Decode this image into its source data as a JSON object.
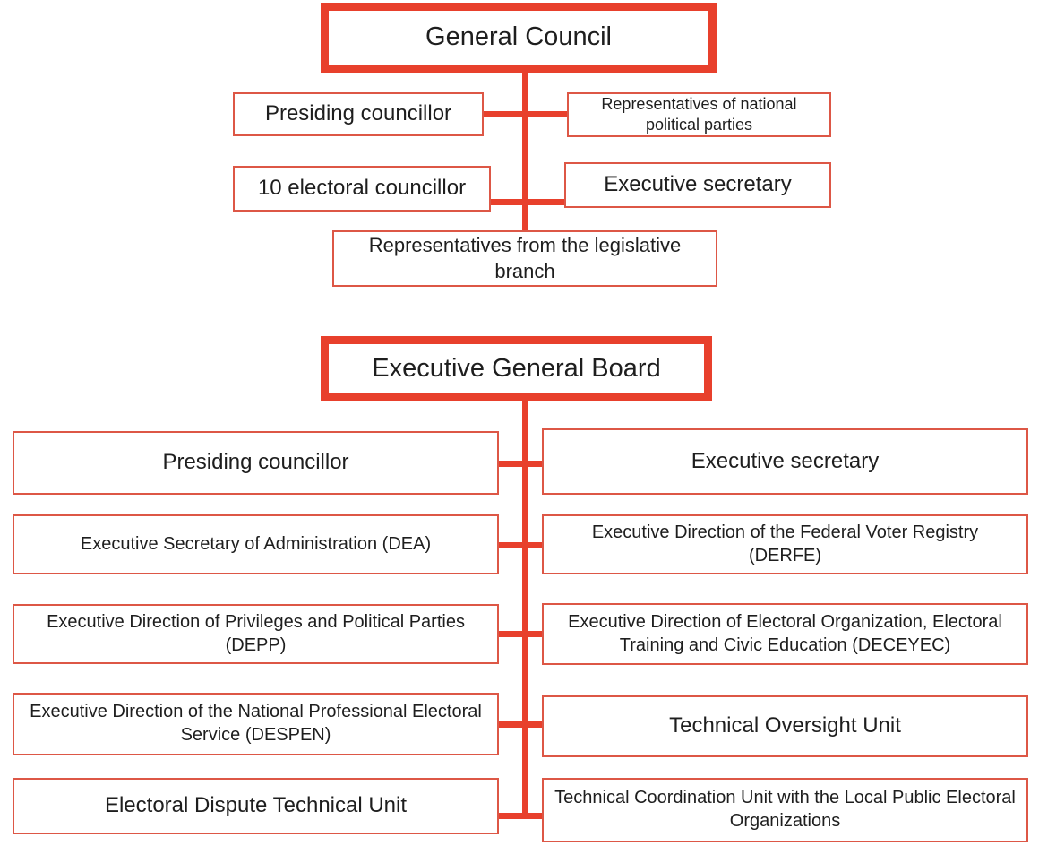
{
  "colors": {
    "thick_red": "#e8402c",
    "thin_red": "#dd5746",
    "text": "#1e1e1e",
    "background": "#ffffff"
  },
  "council": {
    "title": "General Council",
    "row1_left": "Presiding councillor",
    "row1_right": "Representatives of national political parties",
    "row2_left": "10 electoral councillor",
    "row2_right": "Executive secretary",
    "bottom": "Representatives from the legislative branch"
  },
  "board": {
    "title": "Executive General Board",
    "left": [
      "Presiding councillor",
      "Executive Secretary of Administration (DEA)",
      "Executive Direction of Privileges and Political Parties (DEPP)",
      "Executive Direction of the National Professional Electoral Service (DESPEN)",
      "Electoral Dispute Technical Unit"
    ],
    "right": [
      "Executive secretary",
      "Executive Direction of the Federal Voter Registry (DERFE)",
      "Executive Direction of Electoral Organization, Electoral Training and Civic Education (DECEYEC)",
      "Technical Oversight Unit",
      "Technical Coordination Unit with the Local Public Electoral Organizations"
    ]
  }
}
